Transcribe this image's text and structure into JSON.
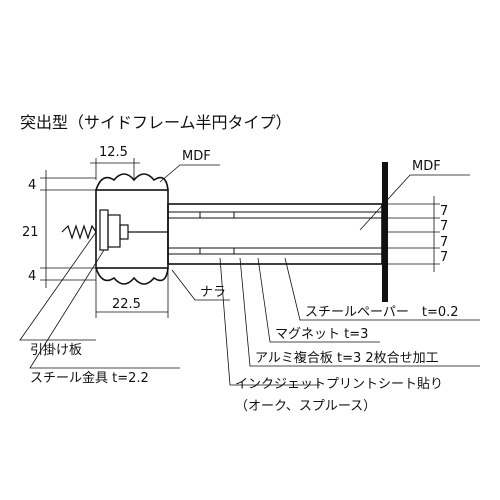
{
  "title": "突出型（サイドフレーム半円タイプ）",
  "dimensions": {
    "top_width": "12.5",
    "bottom_width": "22.5",
    "left_top": "4",
    "left_mid": "21",
    "left_bottom": "4",
    "right_1": "7",
    "right_2": "7",
    "right_3": "7",
    "right_4": "7"
  },
  "labels": {
    "mdf_left": "MDF",
    "mdf_right": "MDF",
    "nara": "ナラ",
    "hook_plate": "引掛け板",
    "steel_fitting": "スチール金具 t=2.2",
    "steel_paper": "スチールペーパー　t=0.2",
    "magnet": "マグネット t=3",
    "aluminum": "アルミ複合板 t=3  2枚合せ加工",
    "inkjet_line1": "インクジェットプリントシート貼り",
    "inkjet_line2": "（オーク、スプルース）"
  }
}
